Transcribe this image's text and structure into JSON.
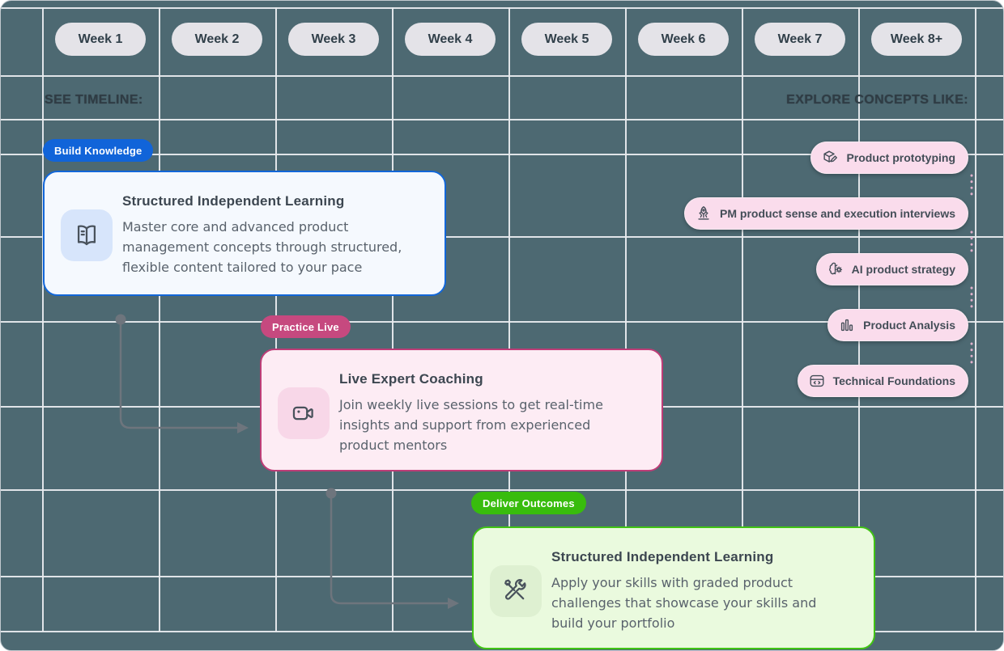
{
  "canvas": {
    "background": "#4d6972",
    "grid_line_color": "#e8ebee"
  },
  "timeline": {
    "weeks": [
      "Week 1",
      "Week 2",
      "Week 3",
      "Week 4",
      "Week 5",
      "Week 6",
      "Week 7",
      "Week 8+"
    ]
  },
  "headings": {
    "left": "SEE TIMELINE:",
    "right": "EXPLORE CONCEPTS LIKE:"
  },
  "stages": [
    {
      "badge": "Build Knowledge",
      "accent": "#1164d9",
      "card_bg": "#f5f9fe",
      "icon": "open-book-icon",
      "icon_bg": "#d7e5fb",
      "title": "Structured Independent Learning",
      "body_lines": [
        "Master core and advanced product",
        "management concepts through structured,",
        "flexible content tailored to your pace"
      ]
    },
    {
      "badge": "Practice Live",
      "accent": "#c6497f",
      "card_bg": "#fdecf4",
      "icon": "video-camera-icon",
      "icon_bg": "#f8d7e8",
      "title": "Live Expert Coaching",
      "body_lines": [
        "Join weekly live sessions to get real-time",
        "insights and support from experienced",
        "product mentors"
      ]
    },
    {
      "badge": "Deliver Outcomes",
      "accent": "#38bc0d",
      "card_bg": "#eafade",
      "icon": "crossed-tools-icon",
      "icon_bg": "#def0d1",
      "title": "Structured Independent Learning",
      "body_lines": [
        "Apply your skills with graded product",
        "challenges that showcase your skills and",
        "build your portfolio"
      ]
    }
  ],
  "concepts": [
    {
      "label": "Product prototyping",
      "icon": "cube-pencil-icon"
    },
    {
      "label": "PM product sense and execution interviews",
      "icon": "rocket-icon"
    },
    {
      "label": "AI product strategy",
      "icon": "brain-gear-icon"
    },
    {
      "label": "Product Analysis",
      "icon": "bar-chart-icon"
    },
    {
      "label": "Technical Foundations",
      "icon": "terminal-window-icon"
    }
  ],
  "concept_pill": {
    "bg": "#fadcec",
    "text_color": "#434d57"
  },
  "connector_color": "#6e757d",
  "dotted_connector_color": "#dfb0cb"
}
